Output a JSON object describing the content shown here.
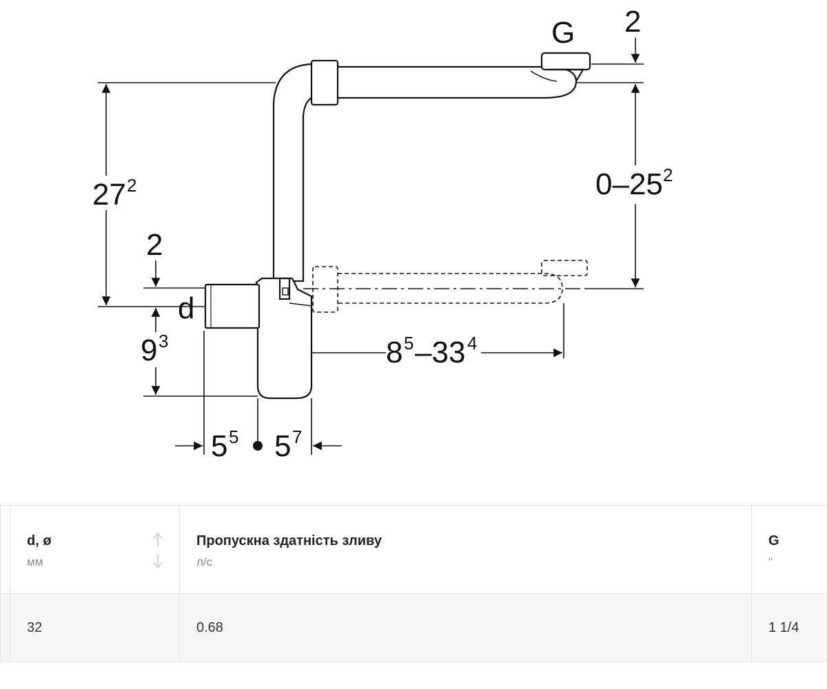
{
  "diagram": {
    "labels": {
      "g": "G",
      "top_offset": "2",
      "height_main": "27",
      "height_main_sup": "2",
      "height_range": "0–25",
      "height_range_sup": "2",
      "left_offset": "2",
      "d": "d",
      "trap_height": "9",
      "trap_height_sup": "3",
      "length_range": "8",
      "length_range_sup1": "5",
      "length_range_mid": "–33",
      "length_range_sup2": "4",
      "width_left": "5",
      "width_left_sup": "5",
      "width_right": "5",
      "width_right_sup": "7"
    }
  },
  "table": {
    "columns": [
      {
        "title": "d, ø",
        "unit": "мм"
      },
      {
        "title": "Пропускна здатність зливу",
        "unit": "л/с"
      },
      {
        "title": "G",
        "unit": "\""
      }
    ],
    "rows": [
      [
        "32",
        "0.68",
        "1 1/4"
      ]
    ]
  }
}
